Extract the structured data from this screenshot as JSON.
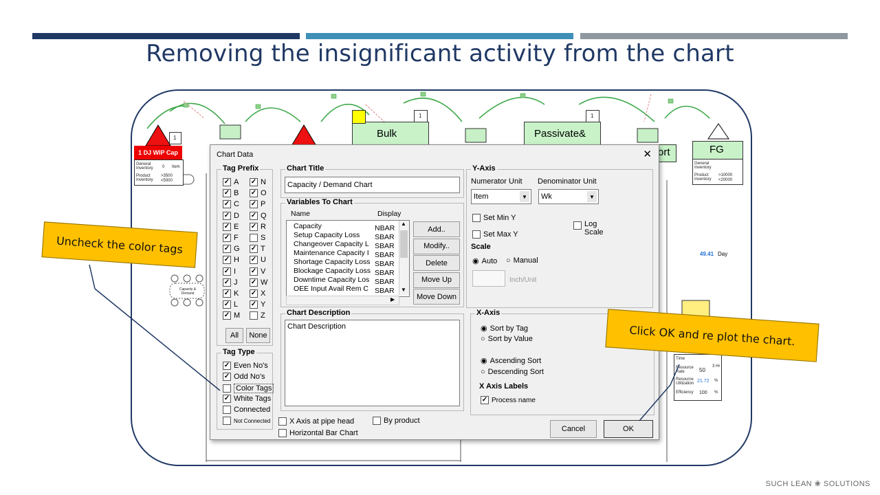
{
  "slide": {
    "title": "Removing the insignificant activity from the chart",
    "accent_colors": [
      "#1f3864",
      "#3f8fb7",
      "#8f989f"
    ],
    "brand": "SUCH LEAN ❀ SOLUTIONS"
  },
  "background_map": {
    "wip_cap_label": "1 DJ WIP Cap",
    "general_inventory": "General Inventory",
    "product_inventory": "Product Inventory",
    "bulk_label": "Bulk",
    "passivate_label": "Passivate&",
    "fg_label": "FG",
    "ort_label": "ort",
    "capacity_demand": "Capacity & Demand",
    "day_value": "49.41",
    "day_label": "Day",
    "count_one": "1",
    "zero": "0",
    "item": "Item",
    "gt3500": ">3500",
    "lt5000": "<5000",
    "gt10000": ">10000",
    "lt20000": "<20000",
    "time_label": "Time",
    "resource_rate": "Resource Rate",
    "resource_rate_val": "50",
    "resource_rate_unit": "3 Hr",
    "resource_util": "Resource Utilization",
    "resource_util_val": "21.72",
    "pct": "%",
    "efficiency": "Efficiency",
    "efficiency_val": "100"
  },
  "dialog": {
    "title": "Chart Data",
    "close": "✕",
    "tag_prefix": {
      "label": "Tag Prefix",
      "items": [
        {
          "l": "A",
          "c": true
        },
        {
          "l": "N",
          "c": true
        },
        {
          "l": "B",
          "c": true
        },
        {
          "l": "O",
          "c": true
        },
        {
          "l": "C",
          "c": true
        },
        {
          "l": "P",
          "c": true
        },
        {
          "l": "D",
          "c": true
        },
        {
          "l": "Q",
          "c": true
        },
        {
          "l": "E",
          "c": true
        },
        {
          "l": "R",
          "c": true
        },
        {
          "l": "F",
          "c": true
        },
        {
          "l": "S",
          "c": false
        },
        {
          "l": "G",
          "c": true
        },
        {
          "l": "T",
          "c": true
        },
        {
          "l": "H",
          "c": true
        },
        {
          "l": "U",
          "c": true
        },
        {
          "l": "I",
          "c": true
        },
        {
          "l": "V",
          "c": true
        },
        {
          "l": "J",
          "c": true
        },
        {
          "l": "W",
          "c": true
        },
        {
          "l": "K",
          "c": true
        },
        {
          "l": "X",
          "c": true
        },
        {
          "l": "L",
          "c": true
        },
        {
          "l": "Y",
          "c": true
        },
        {
          "l": "M",
          "c": true
        },
        {
          "l": "Z",
          "c": false
        }
      ],
      "all": "All",
      "none": "None"
    },
    "tag_type": {
      "label": "Tag Type",
      "items": [
        {
          "l": "Even No's",
          "c": true
        },
        {
          "l": "Odd No's",
          "c": true
        },
        {
          "l": "Color Tags",
          "c": false
        },
        {
          "l": "White Tags",
          "c": true
        },
        {
          "l": "Connected",
          "c": false
        },
        {
          "l": "Not Connected",
          "c": false
        }
      ]
    },
    "chart_title": {
      "label": "Chart Title",
      "value": "Capacity / Demand Chart"
    },
    "variables": {
      "label": "Variables To Chart",
      "col_name": "Name",
      "col_display": "Display",
      "rows": [
        {
          "name": "Capacity",
          "display": "NBAR"
        },
        {
          "name": "Setup Capacity Loss",
          "display": "SBAR"
        },
        {
          "name": "Changeover Capacity L",
          "display": "SBAR"
        },
        {
          "name": "Maintenance Capacity I",
          "display": "SBAR"
        },
        {
          "name": "Shortage Capacity Loss",
          "display": "SBAR"
        },
        {
          "name": "Blockage Capacity Loss",
          "display": "SBAR"
        },
        {
          "name": "Downtime Capacity Los",
          "display": "SBAR"
        },
        {
          "name": "OEE Input Avail Rem C",
          "display": "SBAR"
        }
      ],
      "buttons": [
        "Add..",
        "Modify..",
        "Delete",
        "Move Up",
        "Move Down"
      ]
    },
    "chart_description": {
      "label": "Chart Description",
      "value": "Chart Description"
    },
    "y_axis": {
      "label": "Y-Axis",
      "numerator_label": "Numerator Unit",
      "numerator_value": "Item",
      "denominator_label": "Denominator Unit",
      "denominator_value": "Wk",
      "set_min_y": "Set Min Y",
      "set_max_y": "Set Max Y",
      "log_scale": "Log Scale",
      "scale_label": "Scale",
      "auto": "Auto",
      "manual": "Manual",
      "inch_unit": "Inch/Unit"
    },
    "x_axis": {
      "label": "X-Axis",
      "sort_by_tag": "Sort by Tag",
      "sort_by_value": "Sort by Value",
      "ascending": "Ascending Sort",
      "descending": "Descending Sort",
      "labels_title": "X Axis Labels",
      "process_name": "Process name"
    },
    "bottom": {
      "x_axis_pipe": "X Axis at pipe head",
      "by_product": "By product",
      "horizontal_bar": "Horizontal Bar Chart"
    },
    "cancel": "Cancel",
    "ok": "OK"
  },
  "callouts": {
    "uncheck": "Uncheck the color tags",
    "click_ok": "Click OK and re plot the  chart."
  }
}
